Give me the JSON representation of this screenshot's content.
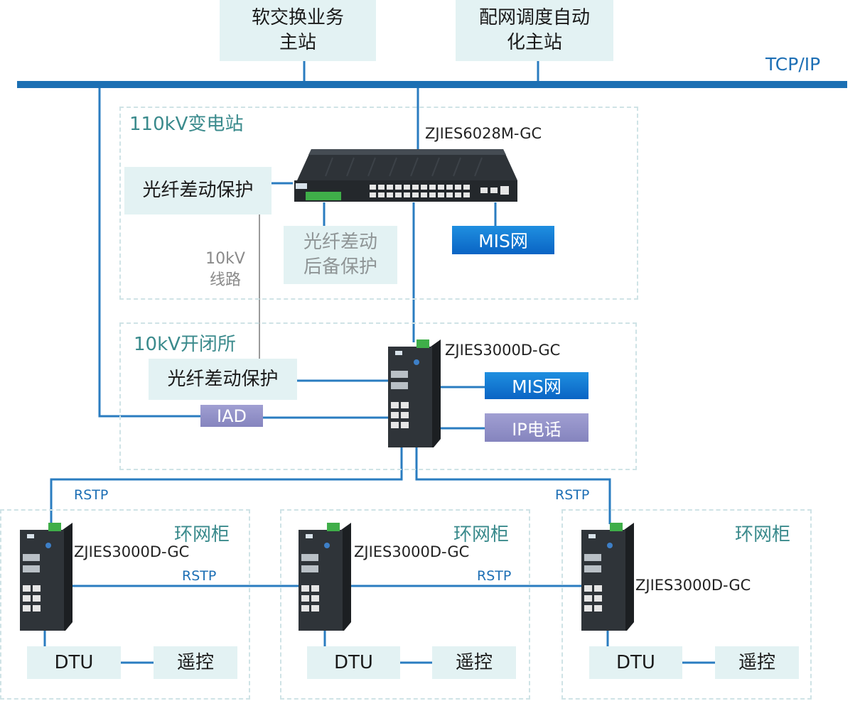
{
  "top_boxes": {
    "softswitch": "软交换业务\n主站",
    "dispatch": "配网调度自动\n化主站"
  },
  "bus_label": "TCP/IP",
  "substation": {
    "zone_label": "110kV变电站",
    "switch_model": "ZJIES6028M-GC",
    "fiber_protection": "光纤差动保护",
    "backup_protection": "光纤差动\n后备保护",
    "mis": "MIS网",
    "line_label": "10kV\n线路"
  },
  "switching_station": {
    "zone_label": "10kV开闭所",
    "switch_model": "ZJIES3000D-GC",
    "fiber_protection": "光纤差动保护",
    "iad": "IAD",
    "mis": "MIS网",
    "ip_phone": "IP电话"
  },
  "rstp": [
    "RSTP",
    "RSTP",
    "RSTP",
    "RSTP"
  ],
  "ring_units": [
    {
      "zone_label": "环网柜",
      "switch_model": "ZJIES3000D-GC",
      "dtu": "DTU",
      "remote": "遥控"
    },
    {
      "zone_label": "环网柜",
      "switch_model": "ZJIES3000D-GC",
      "dtu": "DTU",
      "remote": "遥控"
    },
    {
      "zone_label": "环网柜",
      "switch_model": "ZJIES3000D-GC",
      "dtu": "DTU",
      "remote": "遥控"
    }
  ],
  "colors": {
    "bus": "#1b6fb3",
    "link": "#2a7cc0",
    "teal_box": "#e3f2f3",
    "blue_box": "#0a64c4",
    "purple_box": "#8f8ec7",
    "zone_border": "#cfe3e6",
    "zone_text": "#3a8a8c"
  }
}
